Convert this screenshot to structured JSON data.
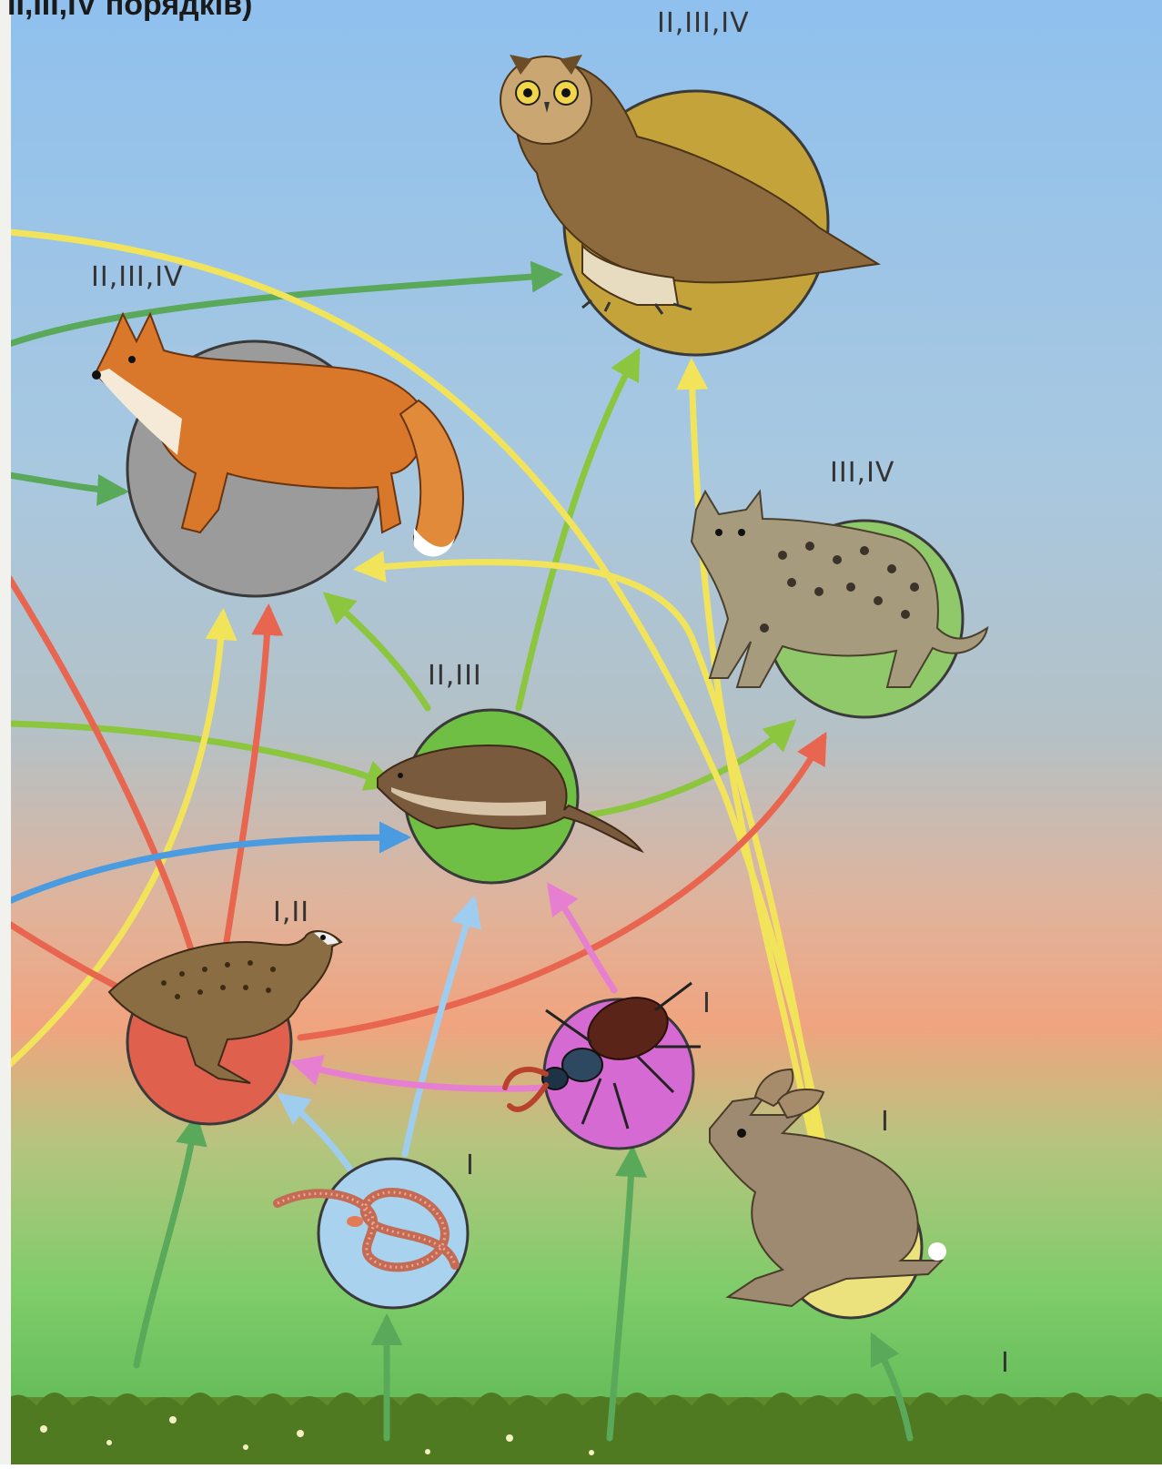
{
  "header": {
    "text": "II,III,IV порядків)"
  },
  "nodes": [
    {
      "id": "owl",
      "label": "II,III,IV",
      "animal": "owl",
      "circle_color": "#c4a43a"
    },
    {
      "id": "fox",
      "label": "II,III,IV",
      "animal": "fox",
      "circle_color": "#9b9b9b"
    },
    {
      "id": "cat",
      "label": "III,IV",
      "animal": "wild-cat",
      "circle_color": "#8fc96a"
    },
    {
      "id": "shrew",
      "label": "II,III",
      "animal": "shrew",
      "circle_color": "#6fbf45"
    },
    {
      "id": "quail",
      "label": "I,II",
      "animal": "quail",
      "circle_color": "#e0604e"
    },
    {
      "id": "beetle",
      "label": "I",
      "animal": "stag-beetle",
      "circle_color": "#d56ad3"
    },
    {
      "id": "worm",
      "label": "I",
      "animal": "earthworm",
      "circle_color": "#a9d2ef"
    },
    {
      "id": "hare",
      "label": "I",
      "animal": "hare",
      "circle_color": "#ebe27e"
    }
  ],
  "ground_label": "I",
  "arrow_colors": {
    "green": "#5aa95a",
    "lightgreen": "#8cc63f",
    "yellow": "#f2e45a",
    "red": "#e8664f",
    "blue": "#4a9be0",
    "lightblue": "#9fcdf0",
    "pink": "#e77fd0"
  }
}
